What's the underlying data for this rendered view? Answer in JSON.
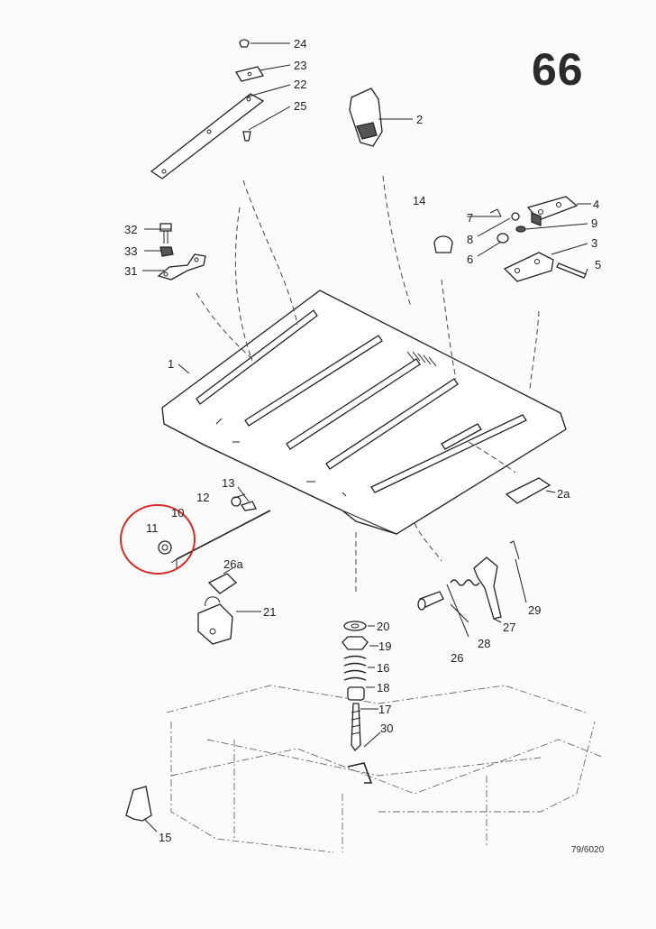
{
  "page_number": "66",
  "drawing_ref": "79/6020",
  "highlight_color": "#d42a2a",
  "callouts": [
    "1",
    "2",
    "2a",
    "3",
    "4",
    "5",
    "6",
    "7",
    "8",
    "9",
    "10",
    "11",
    "12",
    "13",
    "14",
    "15",
    "16",
    "17",
    "18",
    "19",
    "20",
    "21",
    "22",
    "23",
    "24",
    "25",
    "26",
    "26a",
    "27",
    "28",
    "29",
    "30",
    "31",
    "32",
    "33"
  ]
}
